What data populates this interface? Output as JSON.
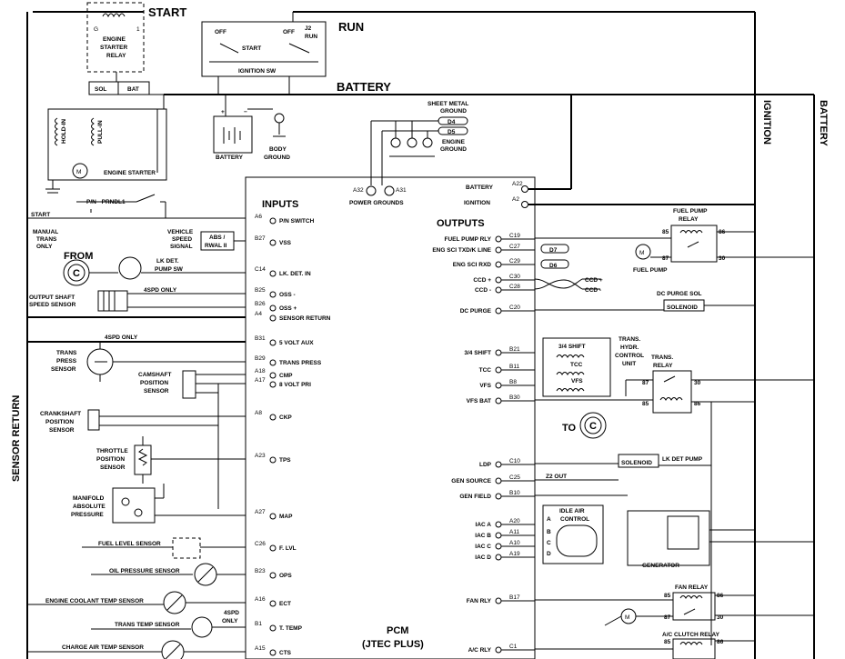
{
  "rails": {
    "start": "START",
    "run": "RUN",
    "battery": "BATTERY",
    "ignition_v": "IGNITION",
    "battery_v": "BATTERY",
    "sensor_return_v": "SENSOR RETURN"
  },
  "starter_relay": {
    "g": "G",
    "one": "1",
    "label1": "ENGINE",
    "label2": "STARTER",
    "label3": "RELAY",
    "sol": "SOL",
    "bat": "BAT"
  },
  "starter": {
    "hold_in": "HOLD-IN",
    "pull_in": "PULL-IN",
    "motor": "M",
    "label": "ENGINE STARTER"
  },
  "ignition_switch": {
    "off1": "OFF",
    "start": "START",
    "off2": "OFF",
    "run": "RUN",
    "j2": "J2",
    "label": "IGNITION SW"
  },
  "battery": {
    "label": "BATTERY",
    "body_ground_1": "BODY",
    "body_ground_2": "GROUND"
  },
  "grounds": {
    "sheet_metal_1": "SHEET METAL",
    "sheet_metal_2": "GROUND",
    "d4": "D4",
    "d5": "D5",
    "engine_1": "ENGINE",
    "engine_2": "GROUND",
    "a32": "A32",
    "a31": "A31",
    "power_grounds": "POWER GROUNDS"
  },
  "left": {
    "pn_prndl": "P/N - PRNDL1",
    "start": "START",
    "manual_1": "MANUAL",
    "manual_2": "TRANS",
    "manual_3": "ONLY",
    "from": "FROM",
    "c": "C",
    "lk_det_1": "LK DET.",
    "lk_det_2": "PUMP SW",
    "spd4_only": "4SPD ONLY",
    "output_shaft_1": "OUTPUT SHAFT",
    "output_shaft_2": "SPEED SENSOR",
    "vehicle_speed_1": "VEHICLE",
    "vehicle_speed_2": "SPEED",
    "vehicle_speed_3": "SIGNAL",
    "abs_1": "ABS /",
    "abs_2": "RWAL II",
    "spd4_only_2": "4SPD ONLY",
    "trans_press_1": "TRANS",
    "trans_press_2": "PRESS",
    "trans_press_3": "SENSOR",
    "camshaft_1": "CAMSHAFT",
    "camshaft_2": "POSITION",
    "camshaft_3": "SENSOR",
    "crankshaft_1": "CRANKSHAFT",
    "crankshaft_2": "POSITION",
    "crankshaft_3": "SENSOR",
    "throttle_1": "THROTTLE",
    "throttle_2": "POSITION",
    "throttle_3": "SENSOR",
    "manifold_1": "MANIFOLD",
    "manifold_2": "ABSOLUTE",
    "manifold_3": "PRESSURE",
    "fuel_level": "FUEL LEVEL SENSOR",
    "oil_pressure": "OIL PRESSURE SENSOR",
    "coolant": "ENGINE COOLANT TEMP SENSOR",
    "trans_temp": "TRANS TEMP SENSOR",
    "spd4_1": "4SPD",
    "spd4_2": "ONLY",
    "charge_air": "CHARGE AIR TEMP SENSOR"
  },
  "inputs": {
    "title": "INPUTS",
    "rows": [
      {
        "pin": "A6",
        "name": "P/N SWITCH"
      },
      {
        "pin": "B27",
        "name": "VSS"
      },
      {
        "pin": "C14",
        "name": "LK. DET. IN"
      },
      {
        "pin": "B25",
        "name": "OSS -"
      },
      {
        "pin": "B26",
        "name": "OSS +"
      },
      {
        "pin": "A4",
        "name": "SENSOR RETURN"
      },
      {
        "pin": "B31",
        "name": "5 VOLT AUX"
      },
      {
        "pin": "B29",
        "name": "TRANS PRESS"
      },
      {
        "pin": "A18",
        "name": "CMP"
      },
      {
        "pin": "A17",
        "name": "8 VOLT PRI"
      },
      {
        "pin": "A8",
        "name": "CKP"
      },
      {
        "pin": "A23",
        "name": "TPS"
      },
      {
        "pin": "A27",
        "name": "MAP"
      },
      {
        "pin": "C26",
        "name": "F. LVL"
      },
      {
        "pin": "B23",
        "name": "OPS"
      },
      {
        "pin": "A16",
        "name": "ECT"
      },
      {
        "pin": "B1",
        "name": "T. TEMP"
      },
      {
        "pin": "A15",
        "name": "CTS"
      }
    ]
  },
  "pcm": {
    "name": "PCM",
    "sub": "(JTEC PLUS)"
  },
  "outputs": {
    "title": "OUTPUTS",
    "battery": {
      "name": "BATTERY",
      "pin": "A22"
    },
    "ignition": {
      "name": "IGNITION",
      "pin": "A2"
    },
    "rows": [
      {
        "name": "FUEL PUMP RLY",
        "pin": "C19"
      },
      {
        "name": "ENG SCI TXD/K LINE",
        "pin": "C27"
      },
      {
        "name": "ENG SCI RXD",
        "pin": "C29"
      },
      {
        "name": "CCD +",
        "pin": "C30"
      },
      {
        "name": "CCD -",
        "pin": "C28"
      },
      {
        "name": "DC PURGE",
        "pin": "C20"
      },
      {
        "name": "3/4 SHIFT",
        "pin": "B21"
      },
      {
        "name": "TCC",
        "pin": "B11"
      },
      {
        "name": "VFS",
        "pin": "B8"
      },
      {
        "name": "VFS BAT",
        "pin": "B30"
      },
      {
        "name": "LDP",
        "pin": "C10"
      },
      {
        "name": "GEN SOURCE",
        "pin": "C25"
      },
      {
        "name": "GEN FIELD",
        "pin": "B10"
      },
      {
        "name": "IAC A",
        "pin": "A20"
      },
      {
        "name": "IAC B",
        "pin": "A11"
      },
      {
        "name": "IAC C",
        "pin": "A10"
      },
      {
        "name": "IAC D",
        "pin": "A19"
      },
      {
        "name": "FAN RLY",
        "pin": "B17"
      },
      {
        "name": "A/C RLY",
        "pin": "C1"
      }
    ]
  },
  "right": {
    "d7": "D7",
    "d6": "D6",
    "ccd_plus": "CCD +",
    "ccd_minus": "CCD -",
    "fuel_pump_relay_1": "FUEL PUMP",
    "fuel_pump_relay_2": "RELAY",
    "r85": "85",
    "r86": "86",
    "r87": "87",
    "r30": "30",
    "m": "M",
    "fuel_pump": "FUEL PUMP",
    "dc_purge_sol": "DC PURGE SOL",
    "solenoid": "SOLENOID",
    "trans_hydr_1": "TRANS.",
    "trans_hydr_2": "HYDR.",
    "trans_hydr_3": "CONTROL",
    "trans_hydr_4": "UNIT",
    "shift34": "3/4 SHIFT",
    "tcc": "TCC",
    "vfs": "VFS",
    "trans_relay_1": "TRANS.",
    "trans_relay_2": "RELAY",
    "to": "TO",
    "c": "C",
    "lk_det_pump": "LK DET PUMP",
    "z2_out": "Z2 OUT",
    "iac_1": "IDLE AIR",
    "iac_2": "CONTROL",
    "a": "A",
    "b": "B",
    "c2": "C",
    "d": "D",
    "generator": "GENERATOR",
    "fan_relay": "FAN RELAY",
    "ac_clutch": "A/C CLUTCH RELAY"
  }
}
